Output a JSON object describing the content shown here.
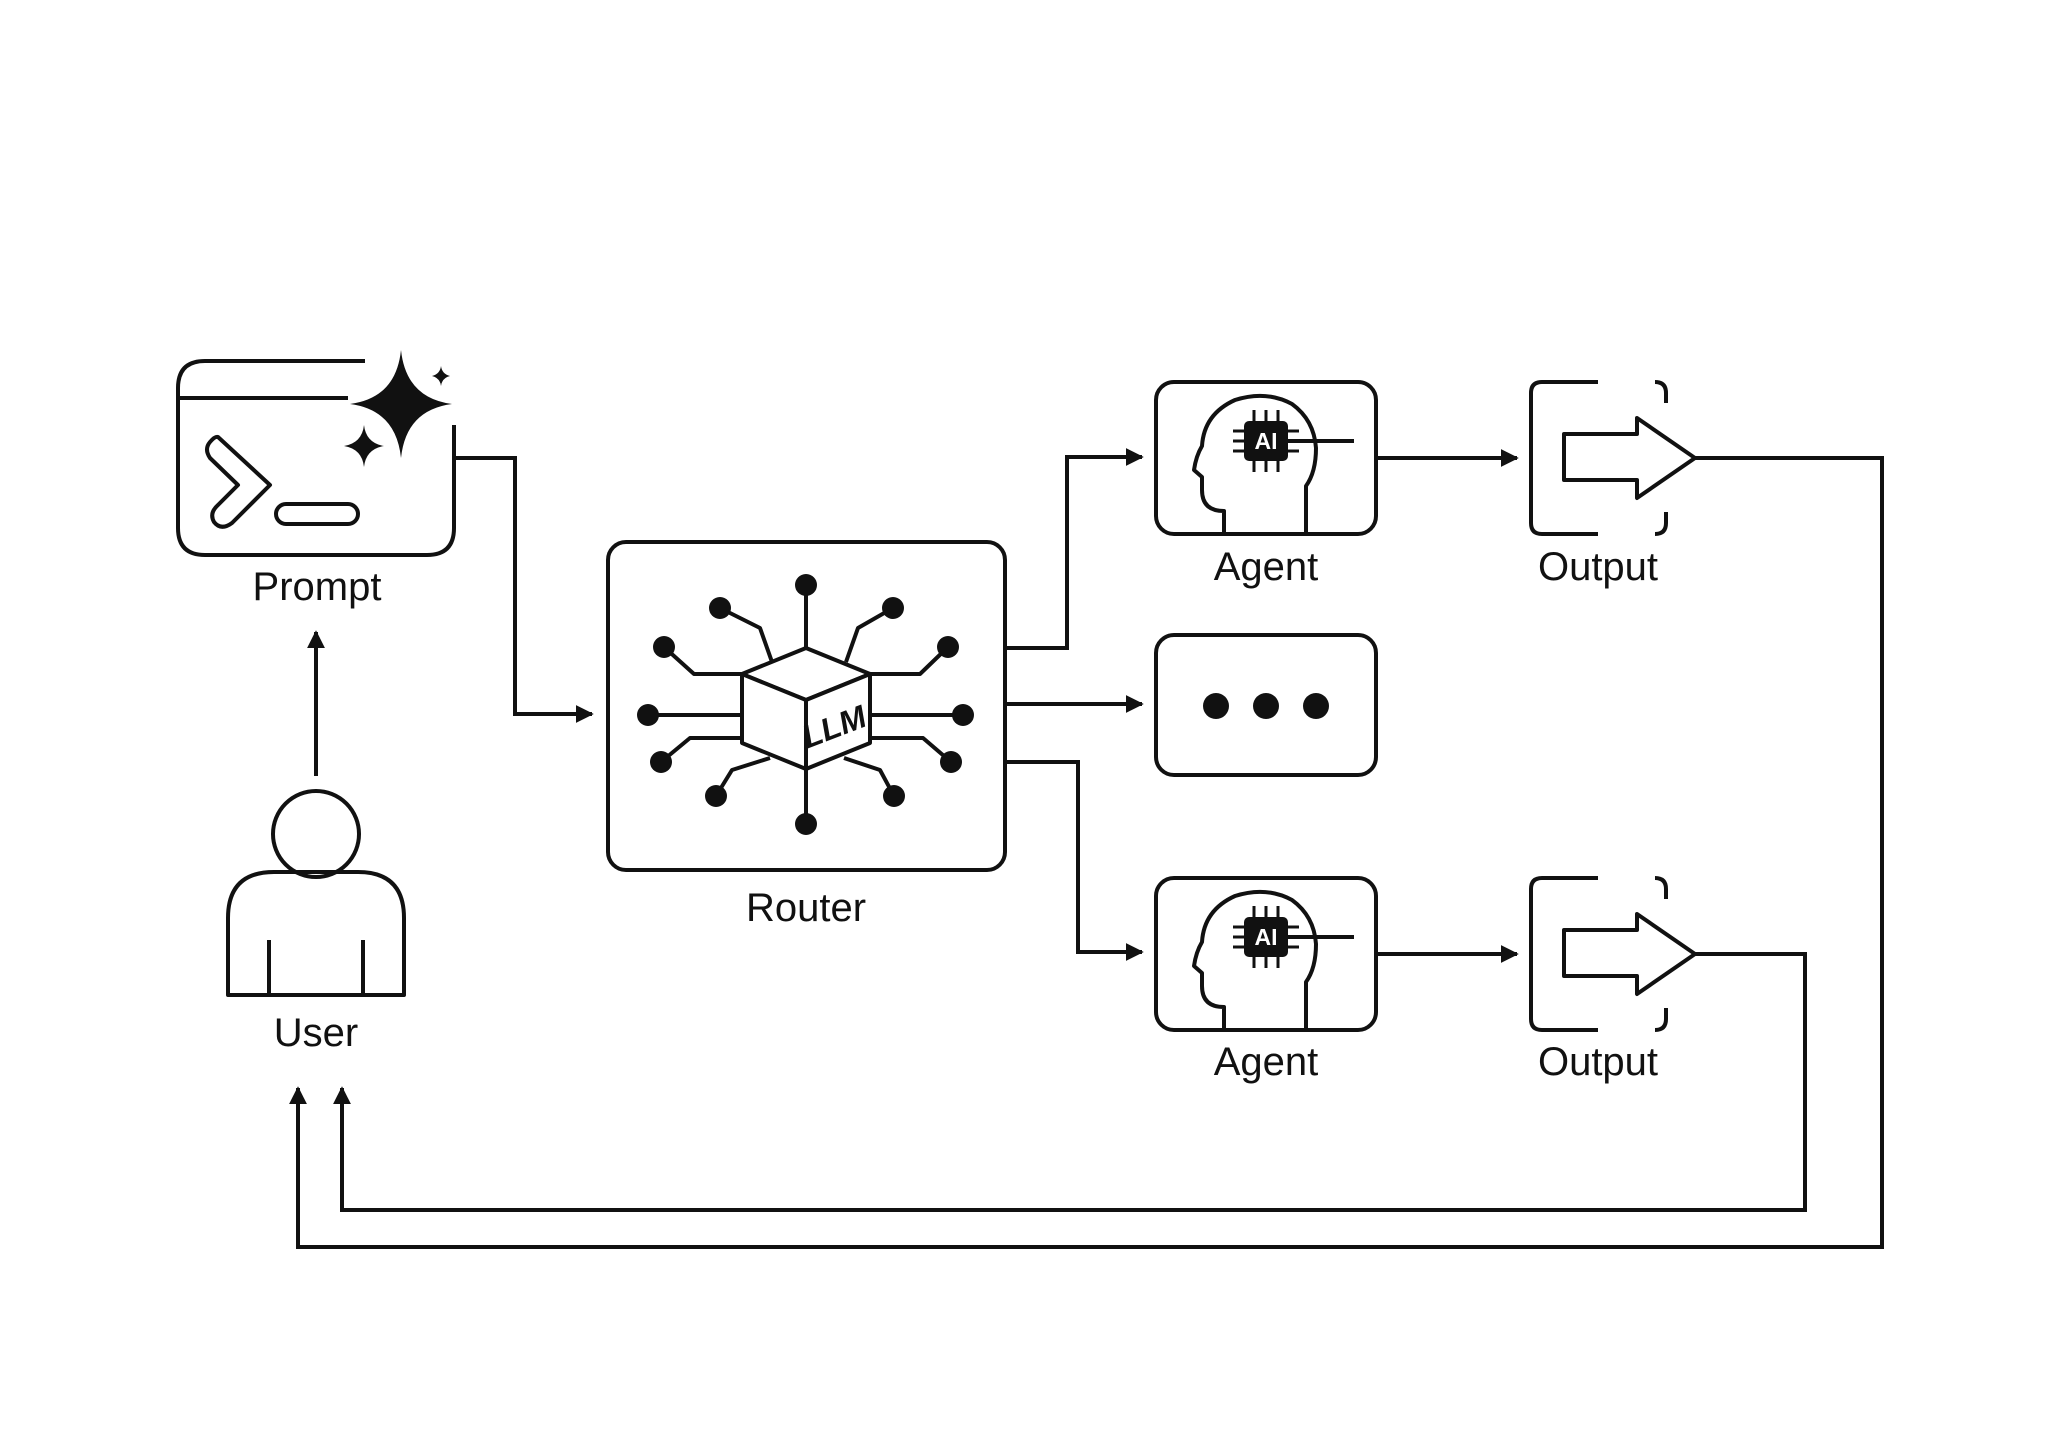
{
  "diagram": {
    "prompt": {
      "label": "Prompt",
      "icon": "terminal-sparkle-icon"
    },
    "user": {
      "label": "User",
      "icon": "user-icon"
    },
    "router": {
      "label": "Router",
      "icon": "llm-network-icon",
      "chip_text": "LLM"
    },
    "agent_top": {
      "label": "Agent",
      "icon": "ai-head-icon",
      "chip_text": "AI"
    },
    "agent_bottom": {
      "label": "Agent",
      "icon": "ai-head-icon",
      "chip_text": "AI"
    },
    "more": {
      "icon": "ellipsis-icon"
    },
    "output_top": {
      "label": "Output",
      "icon": "output-arrow-icon"
    },
    "output_bottom": {
      "label": "Output",
      "icon": "output-arrow-icon"
    }
  },
  "colors": {
    "stroke": "#111111",
    "background": "#ffffff"
  }
}
